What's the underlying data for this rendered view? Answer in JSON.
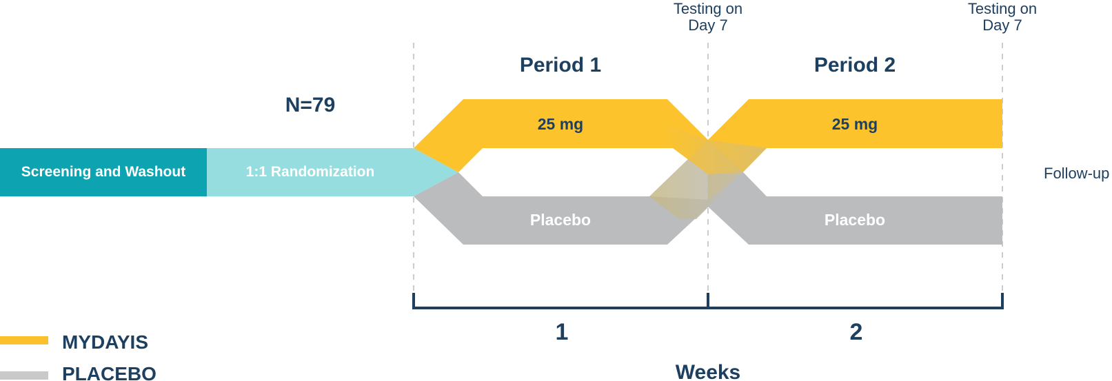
{
  "periods": [
    "Period 1",
    "Period 2"
  ],
  "testing_label_line1": "Testing on",
  "testing_label_line2": "Day 7",
  "n_label": "N=79",
  "screening_label": "Screening and Washout",
  "randomization_label": "1:1 Randomization",
  "drug_label": "25 mg",
  "placebo_label": "Placebo",
  "followup_label": "Follow-up",
  "weeks": [
    "1",
    "2"
  ],
  "weeks_label": "Weeks",
  "legend": [
    {
      "label": "MYDAYIS",
      "color": "#fbc02d"
    },
    {
      "label": "PLACEBO",
      "color": "#c9c9c9"
    }
  ],
  "colors": {
    "navy": "#1d3f60",
    "teal_dark": "#0da3b0",
    "teal_light": "#96dde0",
    "gold": "#fcc32c",
    "gray": "#bbbcbe",
    "dash": "#cccccc"
  }
}
